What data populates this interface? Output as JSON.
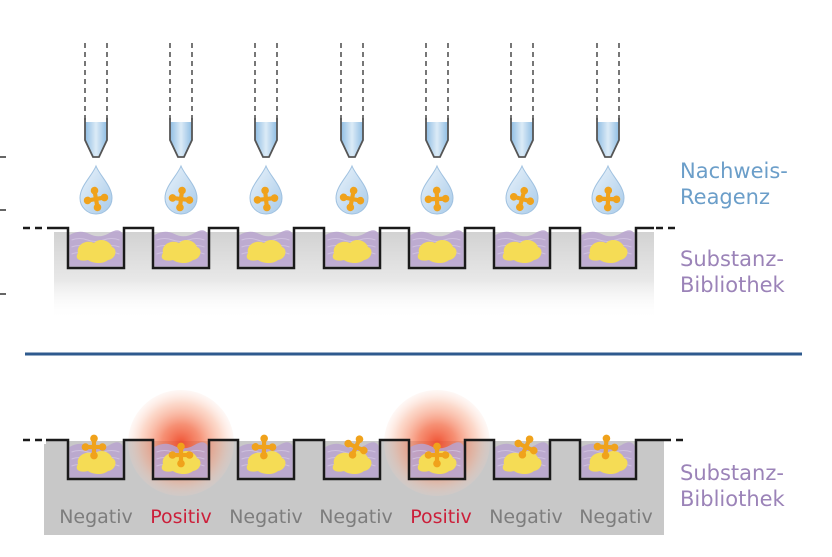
{
  "labels": {
    "reagent_line1": "Nachweis-",
    "reagent_line2": "Reagenz",
    "top_library_line1": "Substanz-",
    "top_library_line2": "Bibliothek",
    "bottom_library_line1": "Substanz-",
    "bottom_library_line2": "Bibliothek"
  },
  "results": [
    "Negativ",
    "Positiv",
    "Negativ",
    "Negativ",
    "Positiv",
    "Negativ",
    "Negativ"
  ],
  "colors": {
    "reagent_label": "#6b9ec9",
    "library_label": "#9b83b8",
    "negative_text": "#7d7d7d",
    "positive_text": "#cc1f3a",
    "divider": "#2e5a8e",
    "tray": "#c8c8c8",
    "well_fill": "#b8a3cf",
    "compound": "#f5dc55",
    "reagent_molecule": "#f0a21b",
    "droplet": "#bcd6ee",
    "glow": "#f4623a"
  },
  "icons": {
    "pipette": "pipette-tip",
    "droplet": "reagent-droplet",
    "molecule": "reagent-molecule",
    "compound": "compound-blob"
  }
}
